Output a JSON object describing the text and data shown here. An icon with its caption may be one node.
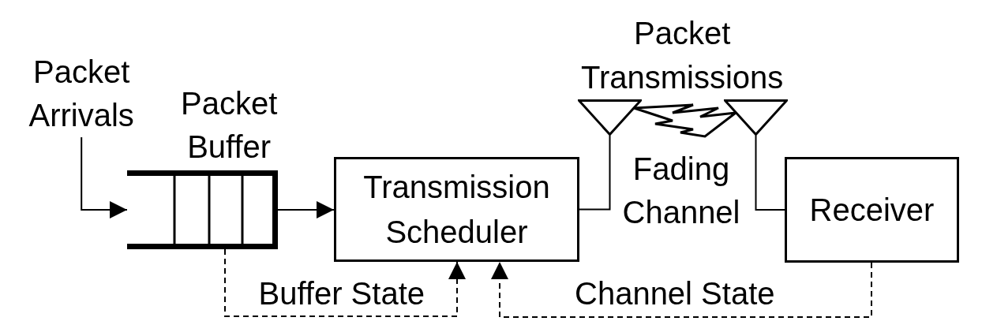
{
  "diagram": {
    "nodes": [
      {
        "text": [
          "Packet Arrivals"
        ]
      },
      {
        "text": [
          "Packet Buffer"
        ]
      },
      {
        "text": [
          "Transmission Scheduler"
        ]
      },
      {
        "text": [],
        "shape": "triangle"
      },
      {
        "text": [],
        "shape": "triangle"
      },
      {
        "text": [
          "Receiver"
        ]
      }
    ],
    "edges": [
      {
        "from": 0,
        "to": 1,
        "arrow": "to"
      },
      {
        "from": 1,
        "to": 2,
        "arrow": "to"
      },
      {
        "from": 2,
        "to": 3,
        "arrow": "none"
      },
      {
        "from": 3,
        "to": 4,
        "arrow": "none"
      },
      {
        "from": 4,
        "to": 5,
        "arrow": "none"
      },
      {
        "from": 1,
        "to": 2,
        "arrow": "to",
        "label": "Buffer State",
        "style": "dashed"
      },
      {
        "from": 5,
        "to": 2,
        "arrow": "to",
        "label": "Channel State",
        "style": "dashed"
      }
    ],
    "labels": [
      "Packet Transmissions",
      "Fading Channel"
    ]
  }
}
